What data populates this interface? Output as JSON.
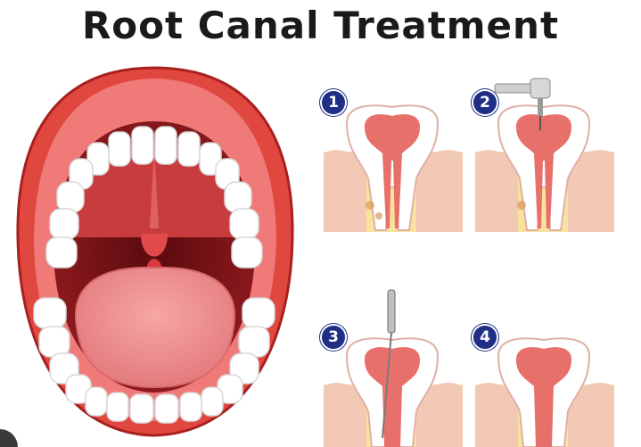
{
  "title": "Root Canal Treatment",
  "steps": [
    {
      "number": "1"
    },
    {
      "number": "2"
    },
    {
      "number": "3"
    },
    {
      "number": "4"
    }
  ],
  "colors": {
    "lip": "#e0473f",
    "lip_dark": "#a8201f",
    "gum": "#f07a78",
    "mouth_dark": "#7a1116",
    "tongue": "#f19292",
    "tooth": "#ffffff",
    "bone": "#f7e39e",
    "pulp": "#e8706a",
    "badge": "#1f2f86"
  }
}
